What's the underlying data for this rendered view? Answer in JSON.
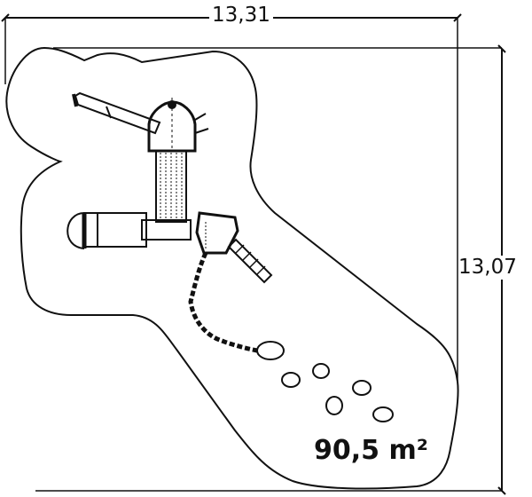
{
  "dimensions": {
    "width_label": "13,31",
    "height_label": "13,07"
  },
  "area_label": "90,5 m²",
  "colors": {
    "line": "#111111",
    "background": "#ffffff"
  }
}
